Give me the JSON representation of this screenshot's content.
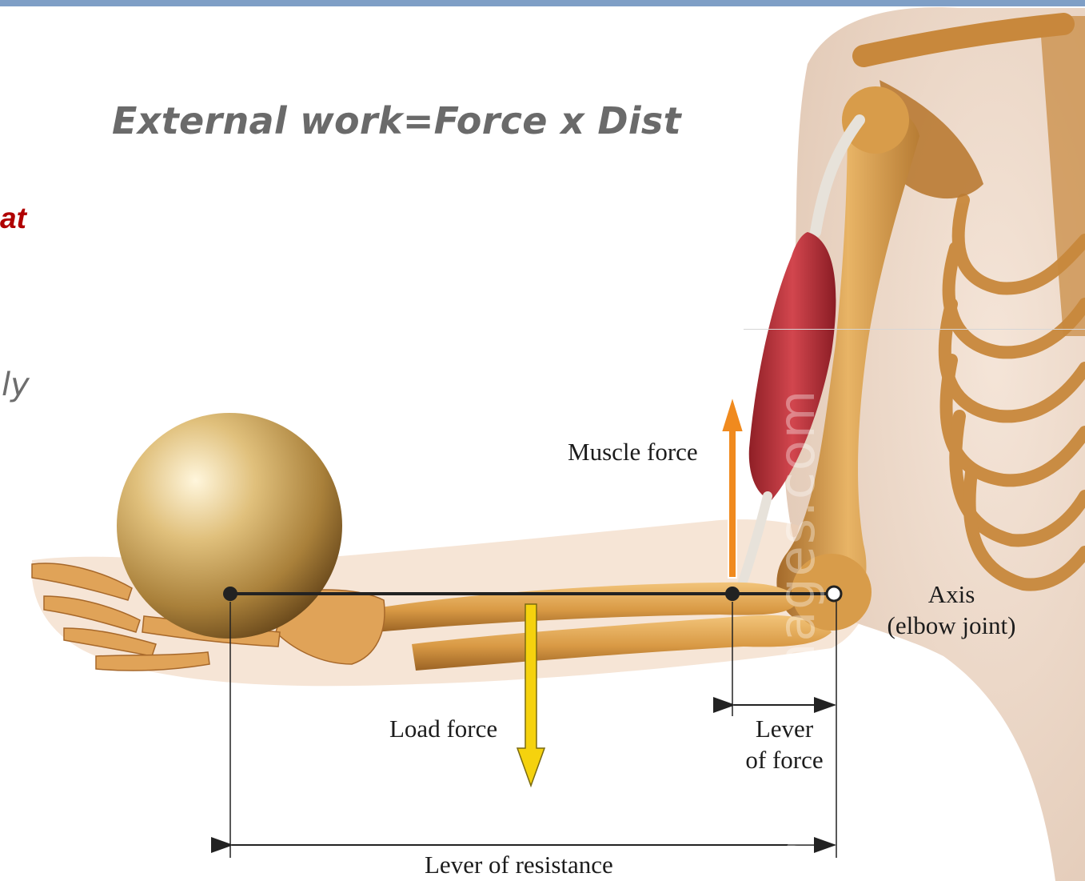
{
  "slide": {
    "title": "External work=Force x Dist",
    "fragment_red": "at",
    "fragment_gray": "ly"
  },
  "diagram": {
    "labels": {
      "muscle_force": "Muscle force",
      "load_force": "Load force",
      "axis_line1": "Axis",
      "axis_line2": "(elbow joint)",
      "lever_of_force_line1": "Lever",
      "lever_of_force_line2": "of force",
      "lever_of_resistance": "Lever of resistance"
    },
    "watermark": "netterimages.com"
  },
  "colors": {
    "topbar": "#7f9fc6",
    "title_gray": "#6a6a6a",
    "fragment_red": "#b00000",
    "muscle_arrow": "#f08a1e",
    "load_arrow": "#f5d20e",
    "bone": "#d79a45",
    "muscle": "#c0303a"
  }
}
